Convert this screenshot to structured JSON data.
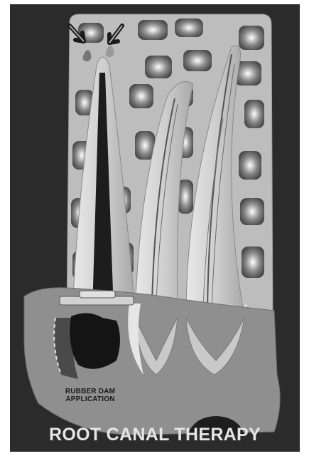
{
  "title": "ROOT CANAL THERAPY",
  "label": {
    "line1": "RUBBER DAM",
    "line2": "APPLICATION"
  },
  "icons": [
    "arrow-icon",
    "arrow-icon"
  ],
  "colors": {
    "background": "#2b2b2b",
    "bone": "#b9b9b9",
    "gum": "#8e8e8e",
    "tooth": "#d6d6d6",
    "enamel": "#f2f2f2",
    "canal": "#3a3a3a",
    "title": "#e6e6e6"
  }
}
